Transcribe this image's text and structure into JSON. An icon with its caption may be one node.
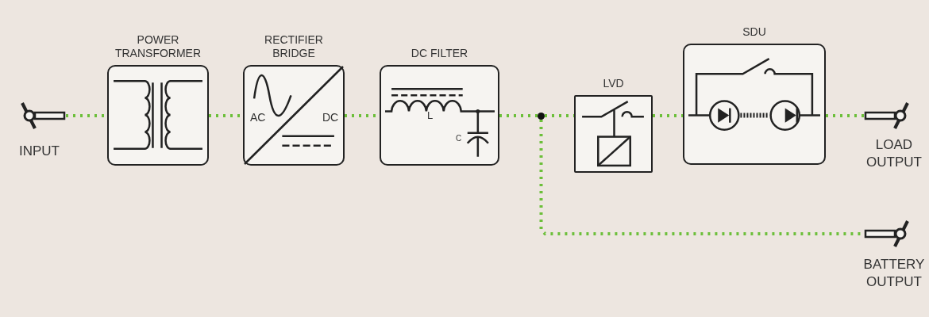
{
  "diagram": {
    "nodes": [
      {
        "text": [
          "INPUT"
        ]
      },
      {
        "text": [
          "POWER TRANSFORMER"
        ]
      },
      {
        "text": [
          "RECTIFIER BRIDGE",
          "AC",
          "DC"
        ]
      },
      {
        "text": [
          "DC FILTER",
          "L",
          "C"
        ]
      },
      {
        "text": [],
        "shape": "circle"
      },
      {
        "text": [
          "LVD"
        ]
      },
      {
        "text": [
          "SDU"
        ]
      },
      {
        "text": [
          "LOAD OUTPUT"
        ]
      },
      {
        "text": [
          "BATTERY OUTPUT"
        ]
      }
    ],
    "edges": [
      {
        "from": 0,
        "to": 1,
        "arrow": "none",
        "style": "dashed"
      },
      {
        "from": 1,
        "to": 2,
        "arrow": "none",
        "style": "dashed"
      },
      {
        "from": 2,
        "to": 3,
        "arrow": "none",
        "style": "dashed"
      },
      {
        "from": 3,
        "to": 4,
        "arrow": "none",
        "style": "dashed"
      },
      {
        "from": 4,
        "to": 5,
        "arrow": "none",
        "style": "dashed"
      },
      {
        "from": 5,
        "to": 6,
        "arrow": "none",
        "style": "dashed"
      },
      {
        "from": 6,
        "to": 7,
        "arrow": "none",
        "style": "dashed"
      },
      {
        "from": 4,
        "to": 8,
        "arrow": "none",
        "style": "dashed"
      }
    ]
  }
}
